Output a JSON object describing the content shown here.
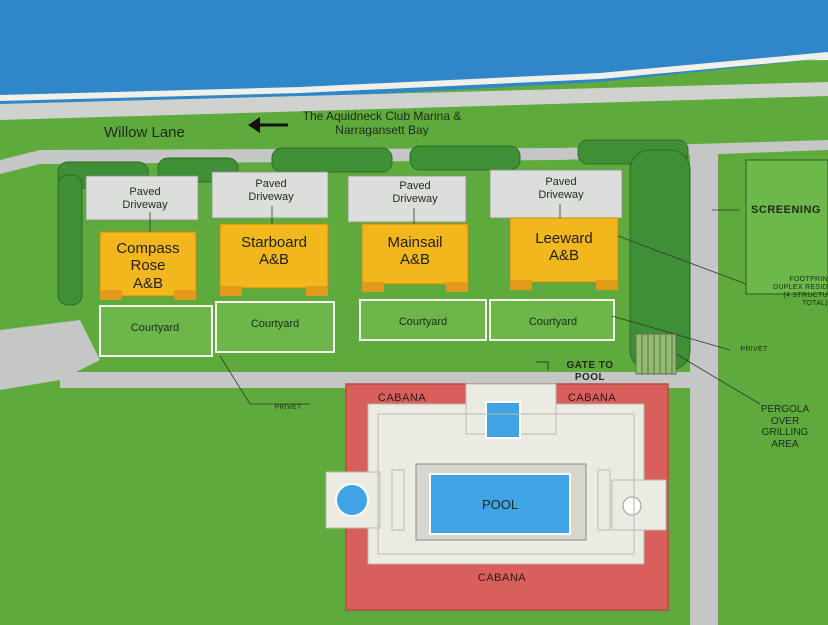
{
  "map": {
    "road_label": "Willow Lane",
    "marina_label": "The Aquidneck Club Marina &\nNarragansett Bay",
    "buildings": [
      {
        "name": "Compass\nRose\nA&B"
      },
      {
        "name": "Starboard\nA&B"
      },
      {
        "name": "Mainsail\nA&B"
      },
      {
        "name": "Leeward\nA&B"
      }
    ],
    "driveway_label": "Paved\nDriveway",
    "courtyard_label": "Courtyard",
    "cabana_label": "CABANA",
    "pool_label": "POOL",
    "gate_label": "GATE TO POOL",
    "screening_label": "SCREENING",
    "privet_label": "PRIVET",
    "pergola_label": "PERGOLA\nOVER\nGRILLING\nAREA",
    "footprint_label": "FOOTPRIN\nDUPLEX RESID\n(4 STRUCTU\nTOTAL)",
    "colors": {
      "water": "#2f86c9",
      "grass": "#5faa3c",
      "road": "#c4c7c6",
      "building": "#f2b71c",
      "cabana": "#d95f5b",
      "pool": "#3fa3e4",
      "hedge": "#3f8f36"
    }
  }
}
